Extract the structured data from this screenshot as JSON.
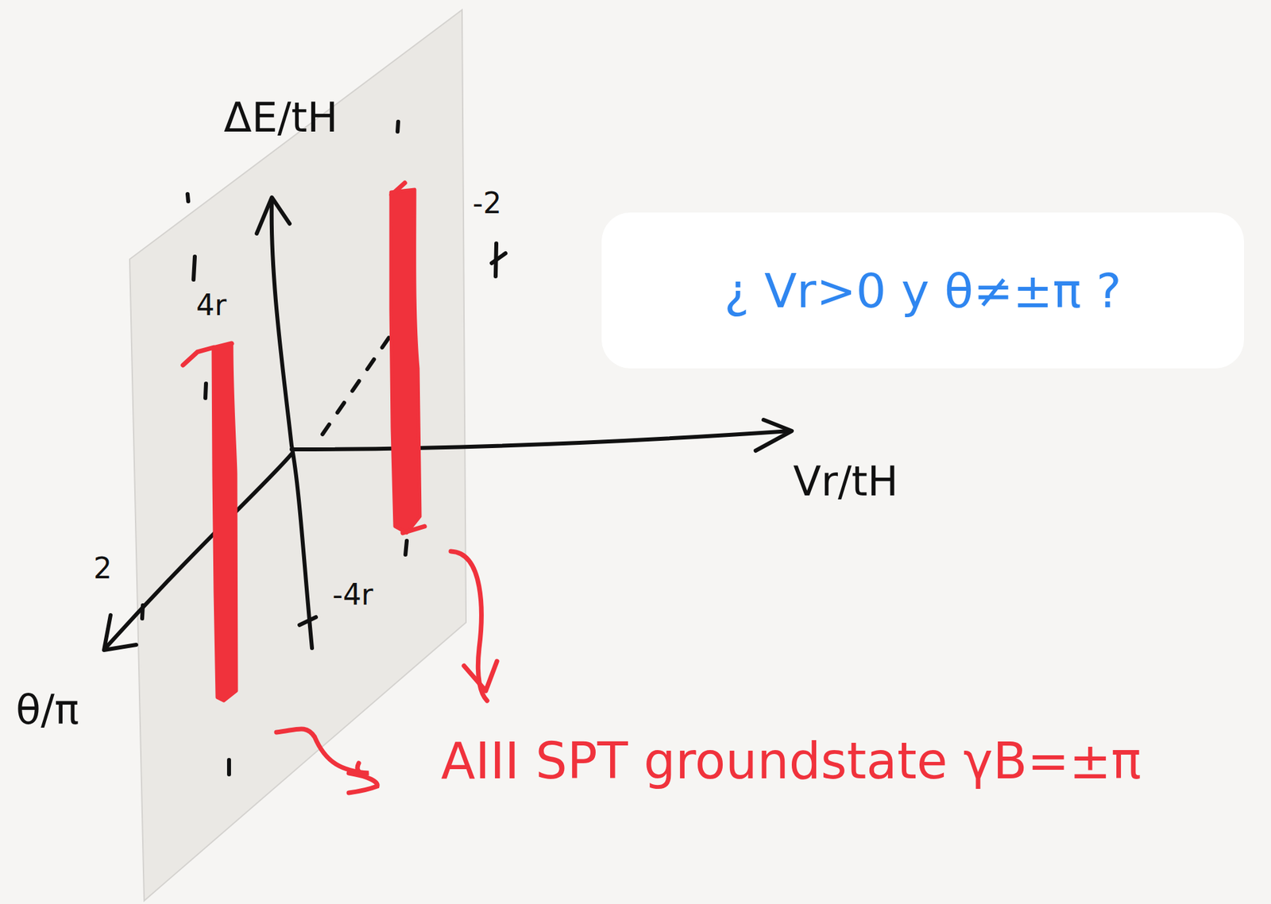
{
  "diagram": {
    "nodes": [
      {
        "text": [
          "¿ Vr>0 y θ≠±π ?"
        ]
      }
    ],
    "labels": [
      "ΔE/tH",
      "Vr/tH",
      "θ/π",
      "4r",
      "-4r",
      "2",
      "-2",
      "AIII SPT groundstate γB=±π"
    ]
  }
}
